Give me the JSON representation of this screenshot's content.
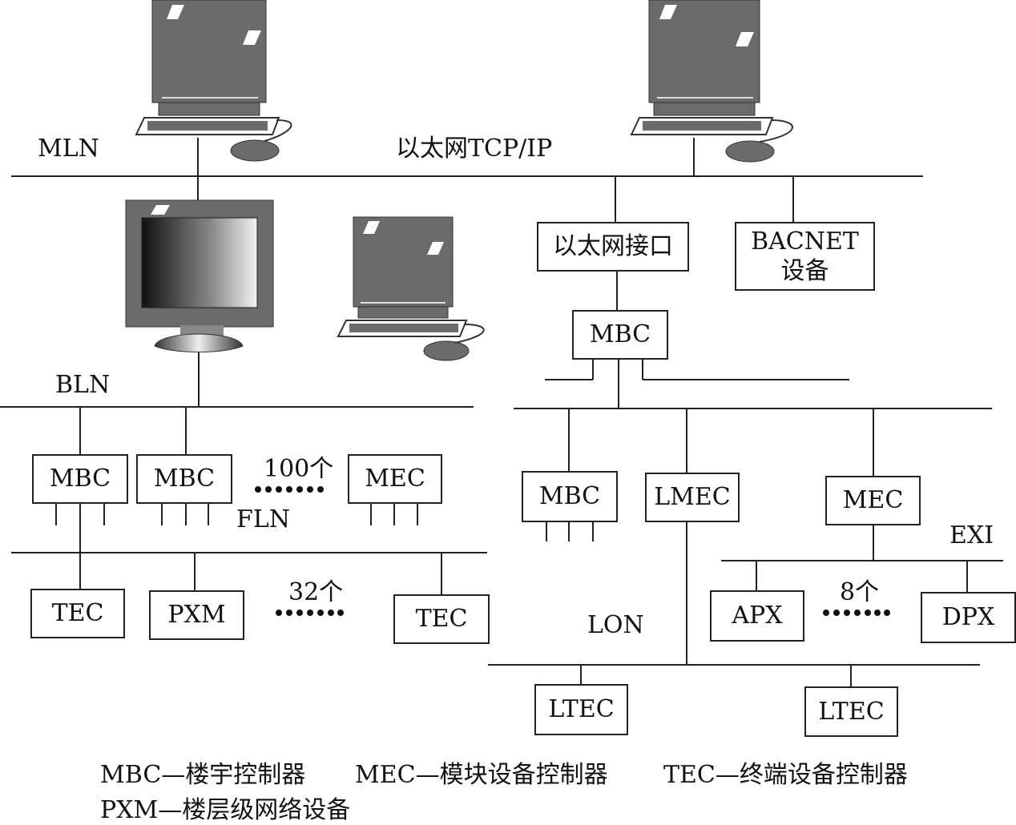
{
  "networks": {
    "mln": "MLN",
    "ethernet": "以太网TCP/IP",
    "bln": "BLN",
    "fln": "FLN",
    "lon": "LON",
    "exi": "EXI"
  },
  "counts": {
    "c100": "100个",
    "c32": "32个",
    "c8": "8个"
  },
  "boxes": {
    "eth_interface": "以太网接口",
    "bacnet_line1": "BACNET",
    "bacnet_line2": "设备",
    "mbc_top": "MBC",
    "mbc_bln_1": "MBC",
    "mbc_bln_2": "MBC",
    "mec_bln": "MEC",
    "tec_1": "TEC",
    "pxm": "PXM",
    "tec_2": "TEC",
    "mbc_right": "MBC",
    "lmec": "LMEC",
    "mec_right": "MEC",
    "apx": "APX",
    "dpx": "DPX",
    "ltec_1": "LTEC",
    "ltec_2": "LTEC"
  },
  "legend": {
    "mbc": "MBC—楼宇控制器",
    "mec": "MEC—模块设备控制器",
    "tec": "TEC—终端设备控制器",
    "pxm": "PXM—楼层级网络设备"
  },
  "icons": [
    "workstation-icon",
    "crt-monitor-icon",
    "mouse-icon"
  ],
  "colors": {
    "device_gray": "#6b6b6b",
    "line": "#222222"
  }
}
